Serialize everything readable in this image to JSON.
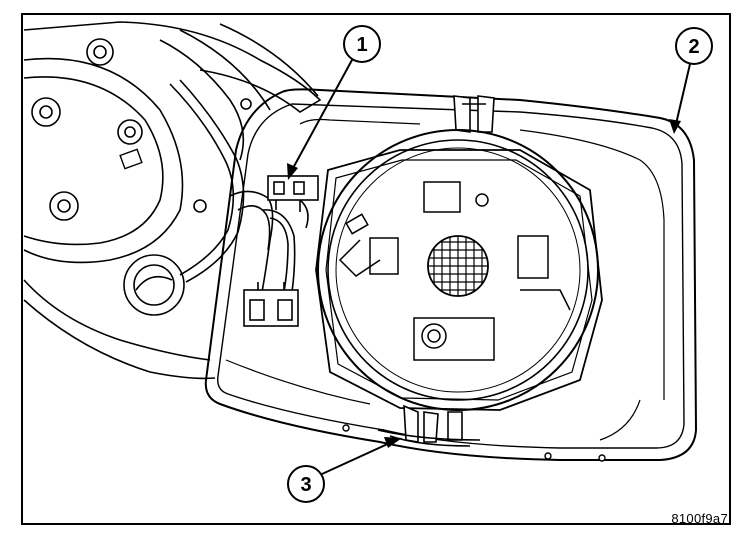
{
  "figure": {
    "callouts": [
      "1",
      "2",
      "3"
    ],
    "figure_id": "8100f9a7"
  },
  "colors": {
    "line": "#000000",
    "background": "#ffffff",
    "shade": "#d9d9d9"
  }
}
